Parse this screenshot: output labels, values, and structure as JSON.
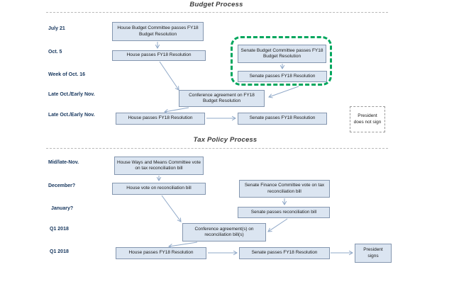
{
  "colors": {
    "box_fill": "#dbe5f1",
    "box_border": "#8496af",
    "arrow": "#8fa8c8",
    "green_dashed_border": "#00a65d",
    "timeline_text": "#17375e",
    "title_text": "#3b3b3b"
  },
  "budget": {
    "title": "Budget Process",
    "timeline": [
      "July 21",
      "Oct. 5",
      "Week of Oct. 16",
      "Late Oct./Early Nov.",
      "Late Oct./Early Nov."
    ],
    "boxes": {
      "house_budget_committee": "House Budget Committee passes FY18 Budget Resolution",
      "house_passes_resolution": "House passes FY18 Resolution",
      "senate_budget_committee": "Senate Budget Committee passes FY18 Budget Resolution",
      "senate_passes_resolution": "Senate passes FY18 Resolution",
      "conference_agreement": "Conference agreement on FY18 Budget Resolution",
      "house_passes_final": "House passes FY18 Resolution",
      "senate_passes_final": "Senate passes FY18 Resolution",
      "president_does_not_sign": "President does not sign"
    }
  },
  "tax": {
    "title": "Tax Policy Process",
    "timeline": [
      "Mid/late-Nov.",
      "December?",
      "January?",
      "Q1 2018",
      "Q1 2018"
    ],
    "boxes": {
      "house_ways_means_committee": "House Ways and Means Committee vote on tax reconciliation bill",
      "house_vote_reconciliation": "House vote on reconciliation bill",
      "senate_finance_committee": "Senate Finance Committee vote on tax reconciliation bill",
      "senate_passes_reconciliation": "Senate passes reconciliation bill",
      "conference_agreements": "Conference agreement(s) on reconciliation bill(s)",
      "house_passes_final": "House passes FY18 Resolution",
      "senate_passes_final": "Senate passes FY18 Resolution",
      "president_signs": "President signs"
    }
  }
}
